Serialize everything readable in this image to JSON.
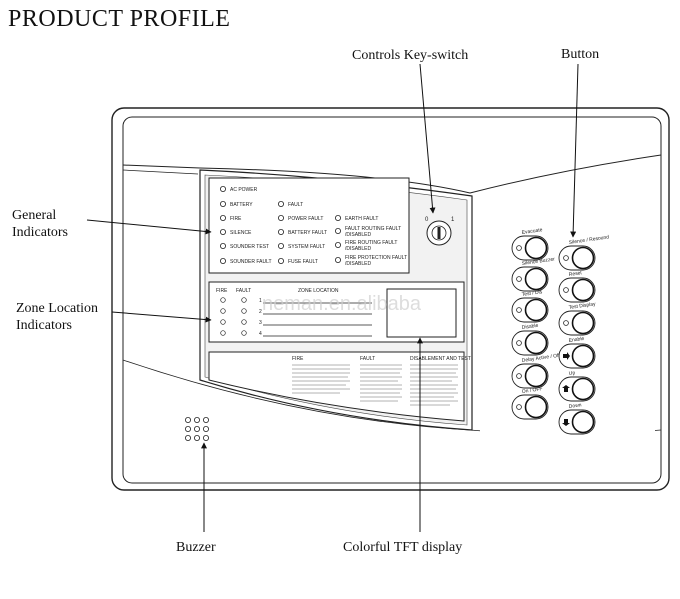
{
  "title": "PRODUCT PROFILE",
  "callouts": {
    "key_switch": "Controls Key-switch",
    "button": "Button",
    "general_line1": "General",
    "general_line2": "Indicators",
    "zone_line1": "Zone Location",
    "zone_line2": "Indicators",
    "buzzer": "Buzzer",
    "tft": "Colorful TFT display"
  },
  "general_indicators": {
    "col1": [
      "AC POWER",
      "BATTERY",
      "FIRE",
      "SILENCE",
      "SOUNDER TEST",
      "SOUNDER FAULT"
    ],
    "col2": [
      "FAULT",
      "POWER FAULT",
      "BATTERY FAULT",
      "SYSTEM FAULT",
      "FUSE FAULT"
    ],
    "col3": [
      "EARTH FAULT",
      "FAULT ROUTING FAULT",
      "FIRE ROUTING FAULT",
      "FIRE PROTECTION FAULT"
    ],
    "col3_sub": "/DISABLED"
  },
  "zone_panel": {
    "fire": "FIRE",
    "fault": "FAULT",
    "zone_location": "ZONE LOCATION",
    "rows": [
      "1",
      "2",
      "3",
      "4"
    ]
  },
  "key_switch": {
    "off": "0",
    "on": "1"
  },
  "instructions": {
    "col1_title": "FIRE",
    "col2_title": "FAULT",
    "col3_title": "DISABLEMENT AND TEST"
  },
  "buttons": {
    "left": [
      "Evacuate",
      "Silence Buzzer",
      "Test / Dis",
      "Disable",
      "Delay Active / Off",
      "On / OFF"
    ],
    "right": [
      "Silence / Resound",
      "Reset",
      "Test Display",
      "Enable",
      "Up",
      "Down"
    ]
  },
  "watermark": "neman.en.alibaba"
}
